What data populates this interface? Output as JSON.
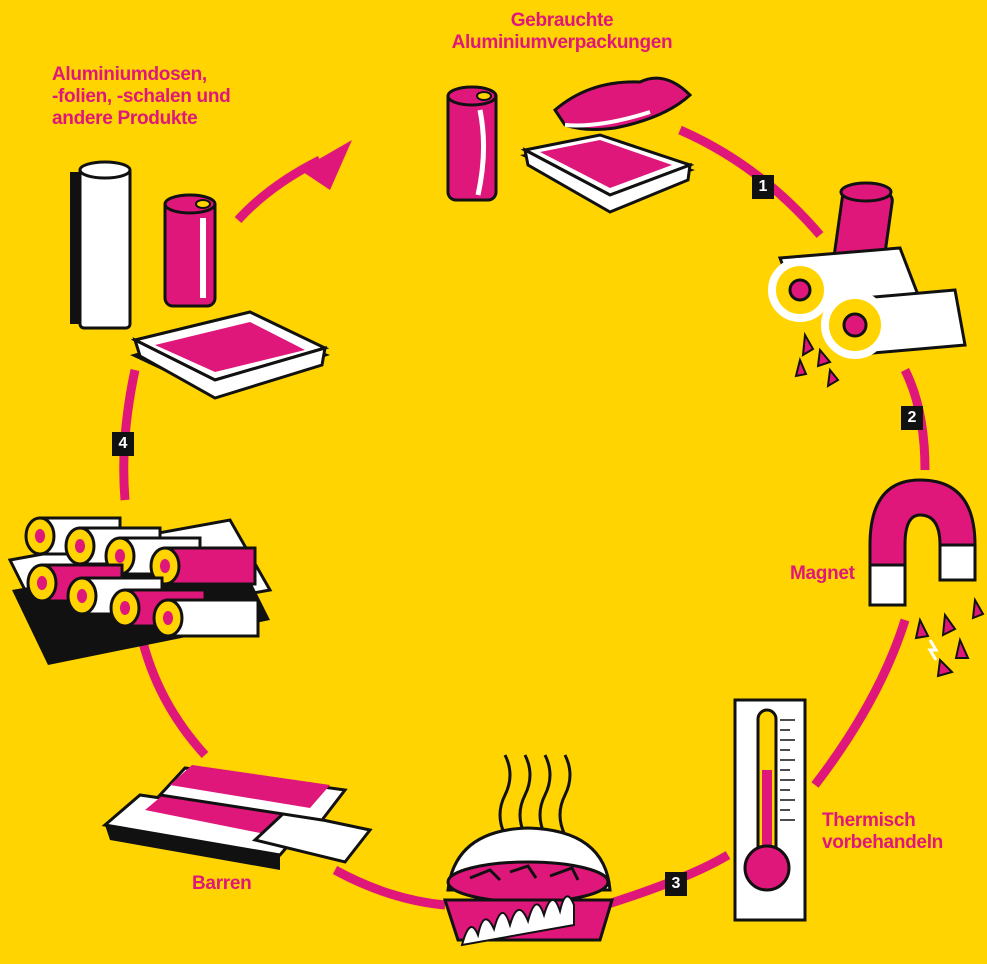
{
  "labels": {
    "used_packaging_line1": "Gebrauchte",
    "used_packaging_line2": "Aluminiumverpackungen",
    "products_line1": "Aluminiumdosen,",
    "products_line2": "-folien, -schalen und",
    "products_line3": "andere Produkte",
    "magnet": "Magnet",
    "thermal_line1": "Thermisch",
    "thermal_line2": "vorbehandeln",
    "ingots": "Barren"
  },
  "steps": [
    "1",
    "2",
    "3",
    "4"
  ],
  "colors": {
    "background": "#FFD400",
    "magenta": "#E0177B",
    "ink": "#111111",
    "white": "#FFFFFF"
  }
}
